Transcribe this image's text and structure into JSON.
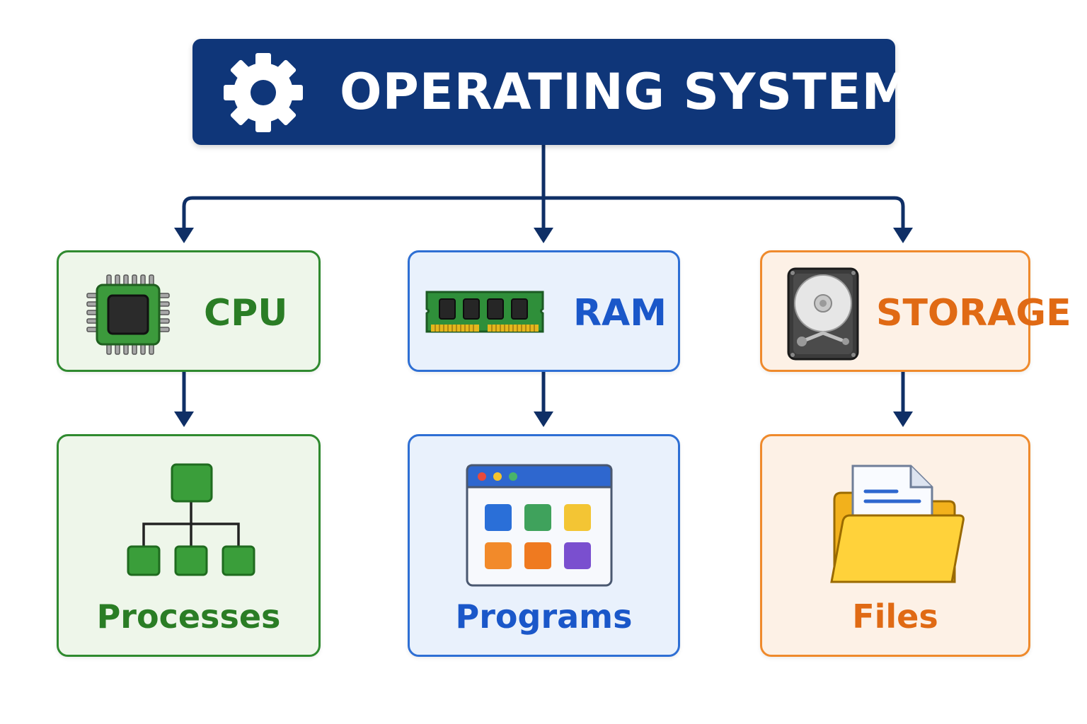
{
  "header": {
    "title": "OPERATING SYSTEM",
    "icon": "gear-icon"
  },
  "hardware": [
    {
      "label": "CPU",
      "icon": "cpu-chip-icon",
      "color": "#2a7d25"
    },
    {
      "label": "RAM",
      "icon": "ram-module-icon",
      "color": "#1a57c9"
    },
    {
      "label": "STORAGE",
      "icon": "hard-drive-icon",
      "color": "#e06a14"
    }
  ],
  "resources": [
    {
      "label": "Processes",
      "icon": "process-tree-icon",
      "color": "#2a7d25"
    },
    {
      "label": "Programs",
      "icon": "app-window-icon",
      "color": "#1a57c9"
    },
    {
      "label": "Files",
      "icon": "folder-document-icon",
      "color": "#e06a14"
    }
  ],
  "colors": {
    "header_bg": "#0f3679",
    "connector": "#0f2f66"
  }
}
